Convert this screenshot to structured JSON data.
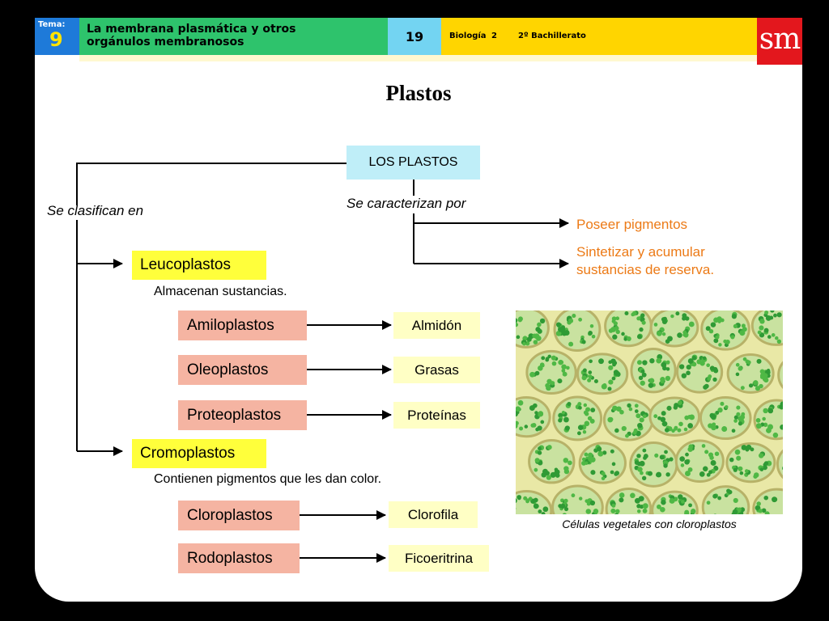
{
  "header": {
    "tema_label": "Tema:",
    "tema_number": "9",
    "title_line1": "La membrana plasmática y otros",
    "title_line2": "orgánulos membranosos",
    "unit_number": "19",
    "course": "Biología 2",
    "level": "2º Bachillerato",
    "logo": "sm"
  },
  "title": "Plastos",
  "root": "LOS PLASTOS",
  "branch_left": "Se clasifican en",
  "branch_right": "Se caracterizan por",
  "characteristics": [
    "Poseer pigmentos",
    "Sintetizar y acumular",
    "sustancias de reserva."
  ],
  "leucoplastos": {
    "label": "Leucoplastos",
    "description": "Almacenan sustancias.",
    "types": [
      {
        "name": "Amiloplastos",
        "product": "Almidón"
      },
      {
        "name": "Oleoplastos",
        "product": "Grasas"
      },
      {
        "name": "Proteoplastos",
        "product": "Proteínas"
      }
    ]
  },
  "cromoplastos": {
    "label": "Cromoplastos",
    "description": "Contienen pigmentos que les dan color.",
    "types": [
      {
        "name": "Cloroplastos",
        "product": "Clorofila"
      },
      {
        "name": "Rodoplastos",
        "product": "Ficoeritrina"
      }
    ]
  },
  "image_caption": "Células vegetales con cloroplastos",
  "colors": {
    "root_box": "#bfeef8",
    "class_box": "#ffff3b",
    "type_box": "#f5b4a2",
    "product_box": "#ffffc5",
    "characteristic_text": "#ec7a16"
  }
}
